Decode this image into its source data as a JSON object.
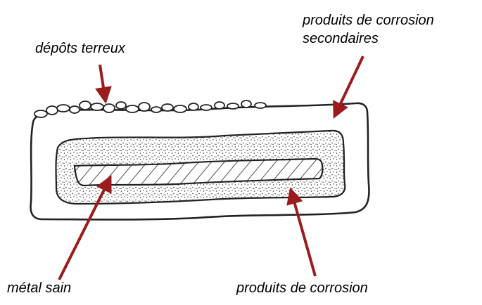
{
  "labels": {
    "depots_terreux": "dépôts terreux",
    "produits_secondaires_line1": "produits de corrosion",
    "produits_secondaires_line2": "secondaires",
    "metal_sain": "métal sain",
    "produits_corrosion": "produits de corrosion"
  },
  "colors": {
    "arrow": "#9b1c1c",
    "outline": "#222222",
    "background": "#ffffff"
  }
}
